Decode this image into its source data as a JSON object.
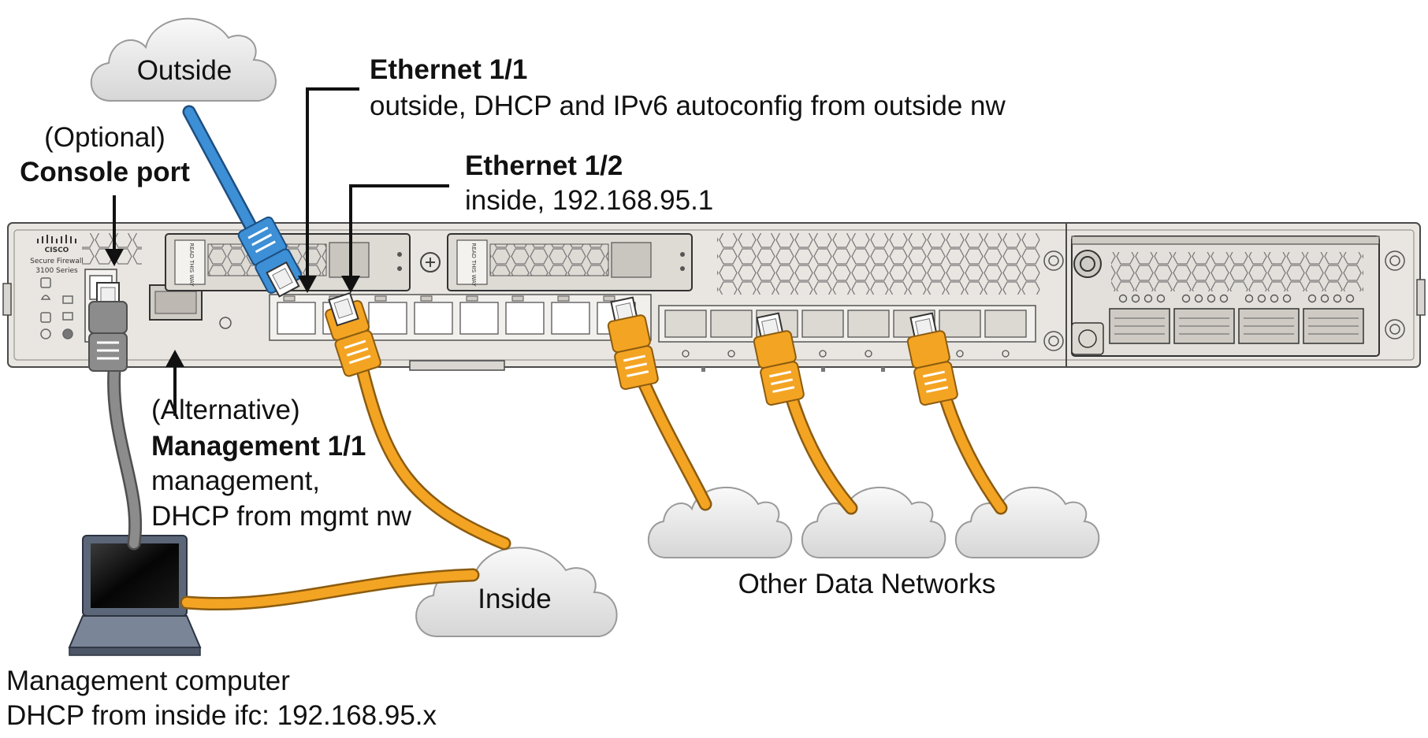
{
  "clouds": {
    "outside": "Outside",
    "inside": "Inside"
  },
  "callouts": {
    "ethernet_1_1": {
      "title": "Ethernet 1/1",
      "detail": "outside, DHCP and IPv6 autoconfig from outside nw"
    },
    "ethernet_1_2": {
      "title": "Ethernet 1/2",
      "detail": "inside, 192.168.95.1"
    },
    "console": {
      "qualifier": "(Optional)",
      "title": "Console port"
    },
    "management": {
      "qualifier": "(Alternative)",
      "title": "Management 1/1",
      "detail_1": "management,",
      "detail_2": "DHCP from mgmt nw"
    },
    "computer": {
      "line_1": "Management computer",
      "line_2": "DHCP from inside ifc: 192.168.95.x"
    },
    "other_networks": "Other Data Networks"
  },
  "chassis": {
    "brand": "CISCO",
    "model_line_1": "Secure Firewall",
    "model_line_2": "3100 Series",
    "drive_label": "READ THIS WAY"
  },
  "colors": {
    "outside_cable": "#3d8fd6",
    "inside_cable": "#f4a423",
    "console_cable": "#8c8c8c",
    "chassis": "#e9e6e1",
    "cloud": "#ececec"
  }
}
